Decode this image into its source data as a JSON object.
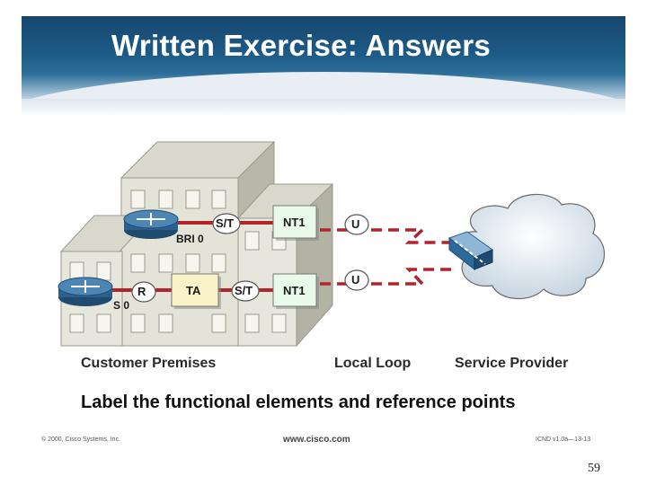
{
  "slide": {
    "title": "Written Exercise: Answers",
    "subtitle": "Label the functional elements and reference points",
    "page_number": "59"
  },
  "diagram": {
    "labels": {
      "bri": "BRI 0",
      "s0": "S 0",
      "st_top": "S/T",
      "st_bottom": "S/T",
      "nt1_top": "NT1",
      "nt1_bottom": "NT1",
      "u_top": "U",
      "u_bottom": "U",
      "r": "R",
      "ta": "TA"
    },
    "regions": {
      "customer": "Customer Premises",
      "local_loop": "Local Loop",
      "provider": "Service Provider"
    }
  },
  "footer": {
    "copyright": "© 2000, Cisco Systems, Inc.",
    "url": "www.cisco.com",
    "course": "ICND v1.0a—13-13"
  },
  "colors": {
    "banner": "#1d5a86",
    "nt1_box": "#e9fbe9",
    "ta_box": "#fbf3c8",
    "link_red": "#b0242a",
    "router": "#2d5f8a"
  }
}
